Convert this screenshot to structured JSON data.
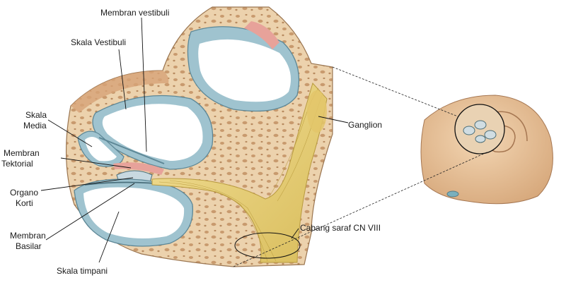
{
  "labels": {
    "membran_vestibuli": "Membran vestibuli",
    "skala_vestibuli": "Skala Vestibuli",
    "skala_media_1": "Skala",
    "skala_media_2": "Media",
    "membran_tektorial_1": "Membran",
    "membran_tektorial_2": "Tektorial",
    "organo_korti_1": "Organo",
    "organo_korti_2": "Korti",
    "membran_basilar_1": "Membran",
    "membran_basilar_2": "Basilar",
    "skala_timpani": "Skala timpani",
    "ganglion": "Ganglion",
    "cabang_saraf": "Cabang saraf CN VIII"
  },
  "colors": {
    "bone": "#ecd2ad",
    "bone_pore": "#c89a6e",
    "duct": "#9fc3cf",
    "lumen": "#ffffff",
    "nerve": "#e9d27a",
    "membrane": "#e7a29a"
  }
}
